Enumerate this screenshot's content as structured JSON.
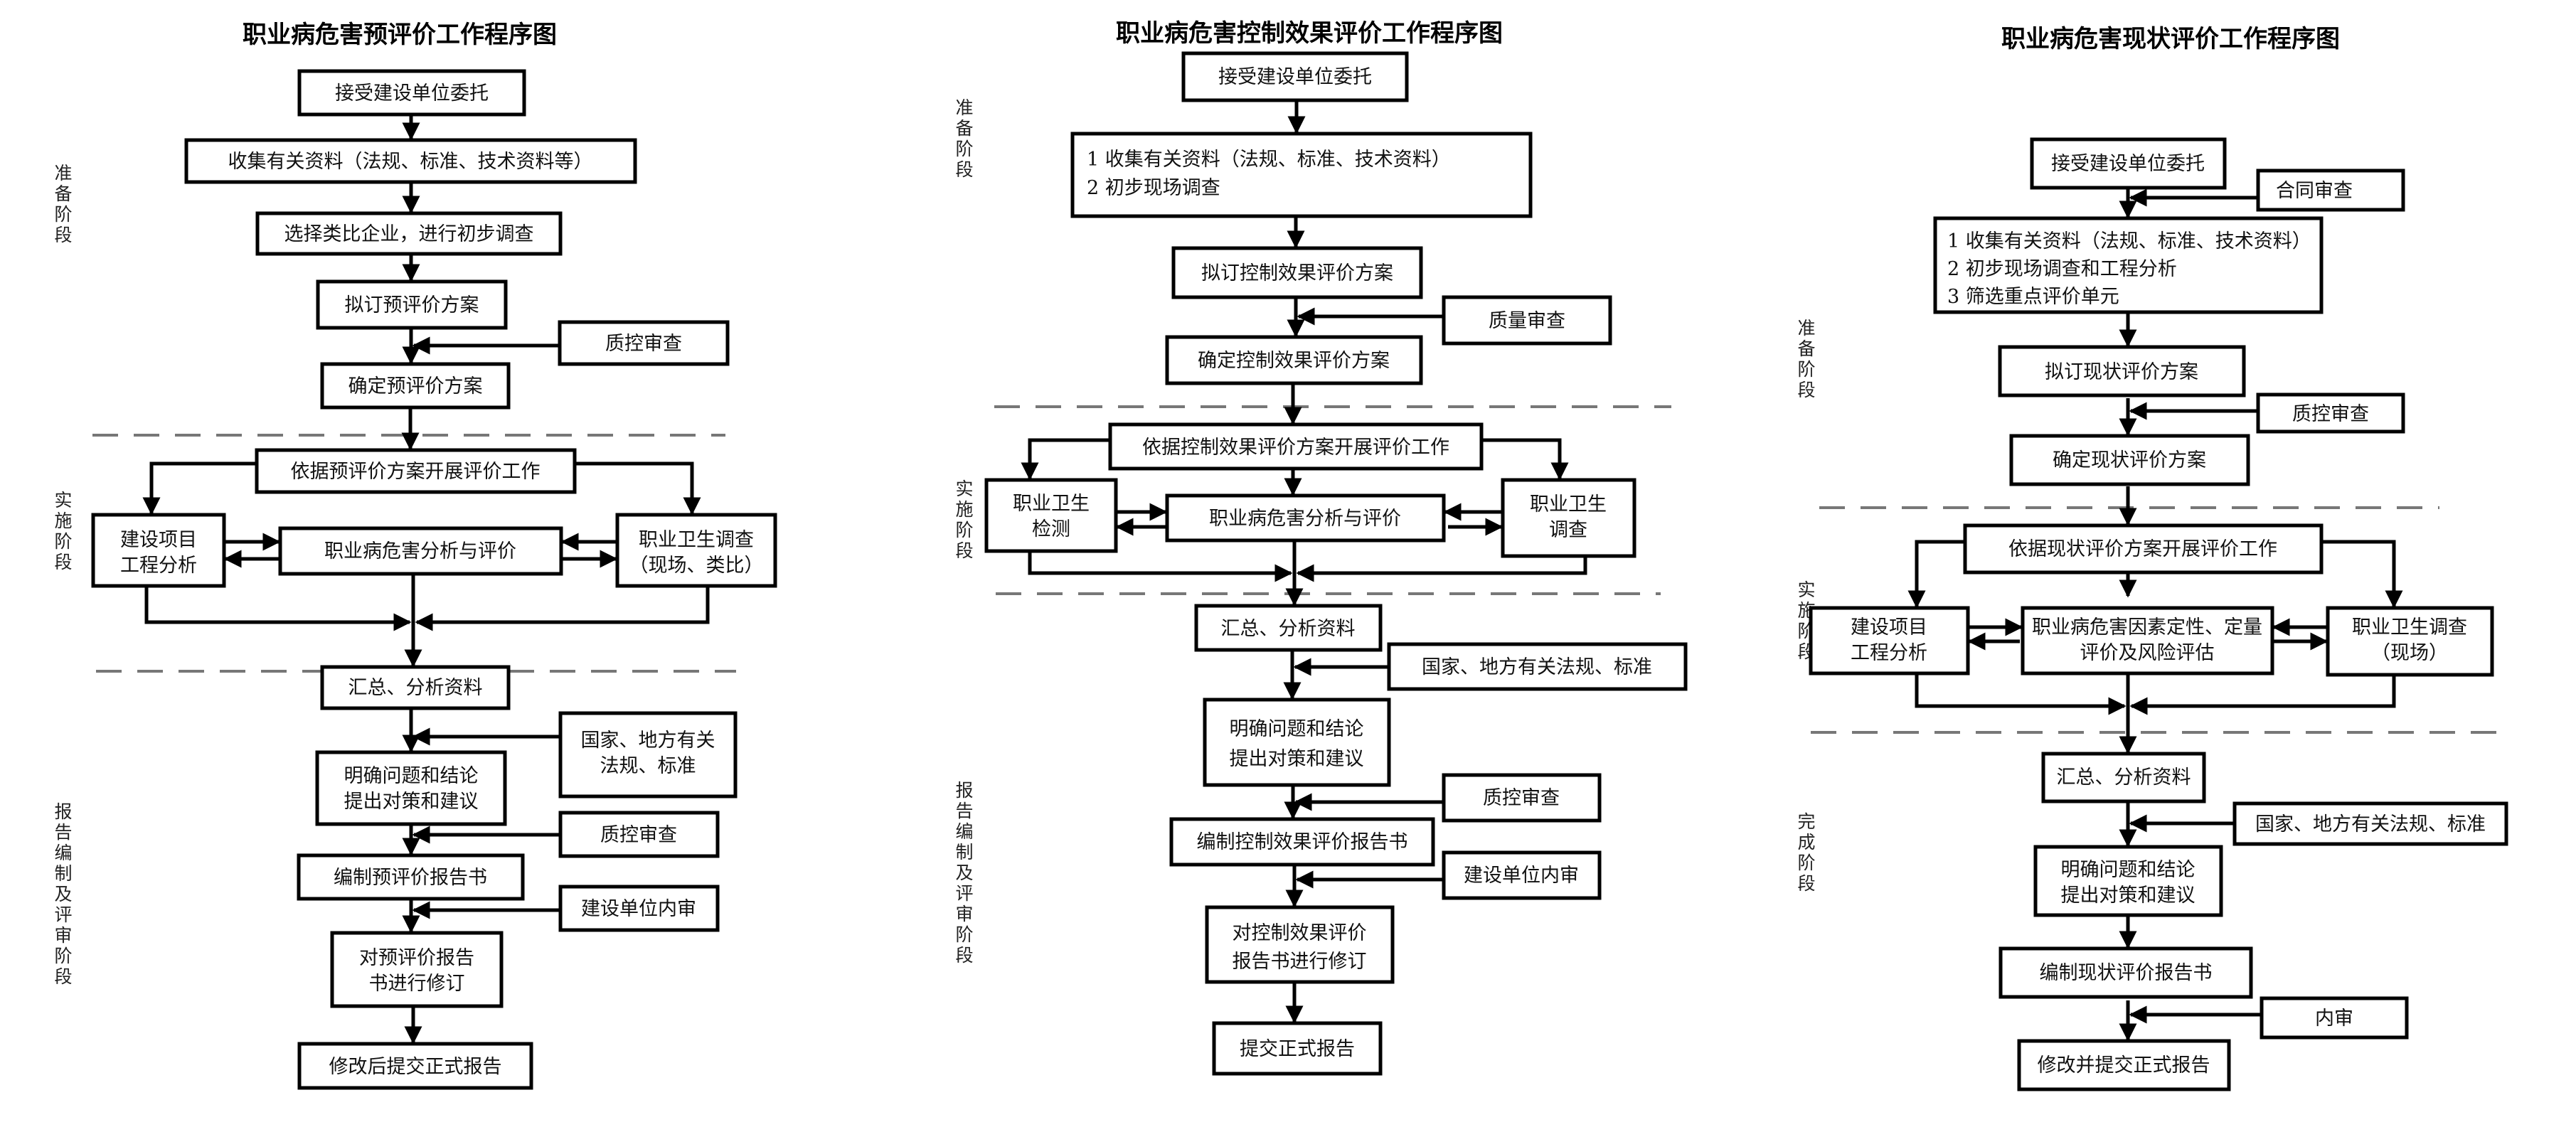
{
  "charts": [
    {
      "title": "职业病危害预评价工作程序图",
      "stages": [
        "准备阶段",
        "实施阶段",
        "报告编制及评审阶段"
      ],
      "boxes": {
        "accept": "接受建设单位委托",
        "collect": "收集有关资料（法规、标准、技术资料等）",
        "select": "选择类比企业，进行初步调查",
        "draft": "拟订预评价方案",
        "qc1": "质控审查",
        "confirm": "确定预评价方案",
        "execute": "依据预评价方案开展评价工作",
        "left": [
          "建设项目",
          "工程分析"
        ],
        "center": "职业病危害分析与评价",
        "right": [
          "职业卫生调查",
          "（现场、类比）"
        ],
        "summary": "汇总、分析资料",
        "laws": [
          "国家、地方有关",
          "法规、标准"
        ],
        "conclude": [
          "明确问题和结论",
          "提出对策和建议"
        ],
        "qc2": "质控审查",
        "compile": "编制预评价报告书",
        "internal": "建设单位内审",
        "revise": [
          "对预评价报告",
          "书进行修订"
        ],
        "submit": "修改后提交正式报告"
      }
    },
    {
      "title": "职业病危害控制效果评价工作程序图",
      "stages": [
        "准备阶段",
        "实施阶段",
        "报告编制及评审阶段"
      ],
      "boxes": {
        "accept": "接受建设单位委托",
        "collect": [
          "1 收集有关资料（法规、标准、技术资料）",
          "2 初步现场调查"
        ],
        "draft": "拟订控制效果评价方案",
        "qc1": "质量审查",
        "confirm": "确定控制效果评价方案",
        "execute": "依据控制效果评价方案开展评价工作",
        "left": [
          "职业卫生",
          "检测"
        ],
        "center": "职业病危害分析与评价",
        "right": [
          "职业卫生",
          "调查"
        ],
        "summary": "汇总、分析资料",
        "laws": "国家、地方有关法规、标准",
        "conclude": [
          "明确问题和结论",
          "提出对策和建议"
        ],
        "qc2": "质控审查",
        "compile": "编制控制效果评价报告书",
        "internal": "建设单位内审",
        "revise": [
          "对控制效果评价",
          "报告书进行修订"
        ],
        "submit": "提交正式报告"
      }
    },
    {
      "title": "职业病危害现状评价工作程序图",
      "stages": [
        "准备阶段",
        "实施阶段",
        "完成阶段"
      ],
      "boxes": {
        "accept": "接受建设单位委托",
        "contract": "合同审查",
        "collect": [
          "1 收集有关资料（法规、标准、技术资料）",
          "2 初步现场调查和工程分析",
          "3 筛选重点评价单元"
        ],
        "draft": "拟订现状评价方案",
        "qc1": "质控审查",
        "confirm": "确定现状评价方案",
        "execute": "依据现状评价方案开展评价工作",
        "left": [
          "建设项目",
          "工程分析"
        ],
        "center": [
          "职业病危害因素定性、定量",
          "评价及风险评估"
        ],
        "right": [
          "职业卫生调查",
          "（现场）"
        ],
        "summary": "汇总、分析资料",
        "laws": "国家、地方有关法规、标准",
        "conclude": [
          "明确问题和结论",
          "提出对策和建议"
        ],
        "compile": "编制现状评价报告书",
        "internal": "内审",
        "submit": "修改并提交正式报告"
      }
    }
  ]
}
